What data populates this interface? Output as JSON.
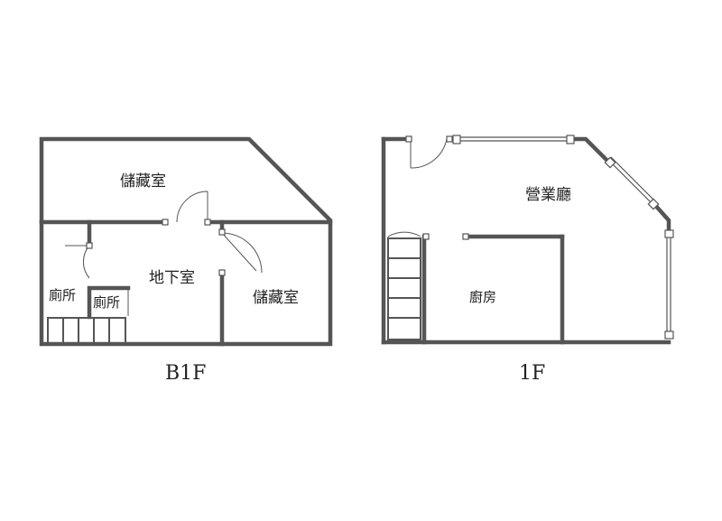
{
  "b1": {
    "floor_label": "B1F",
    "rooms": {
      "storage_top": "儲藏室",
      "basement": "地下室",
      "storage_right": "儲藏室",
      "toilet_left": "廁所",
      "toilet_small": "廁所"
    }
  },
  "f1": {
    "floor_label": "1F",
    "rooms": {
      "hall": "營業廳",
      "kitchen": "廚房"
    }
  }
}
